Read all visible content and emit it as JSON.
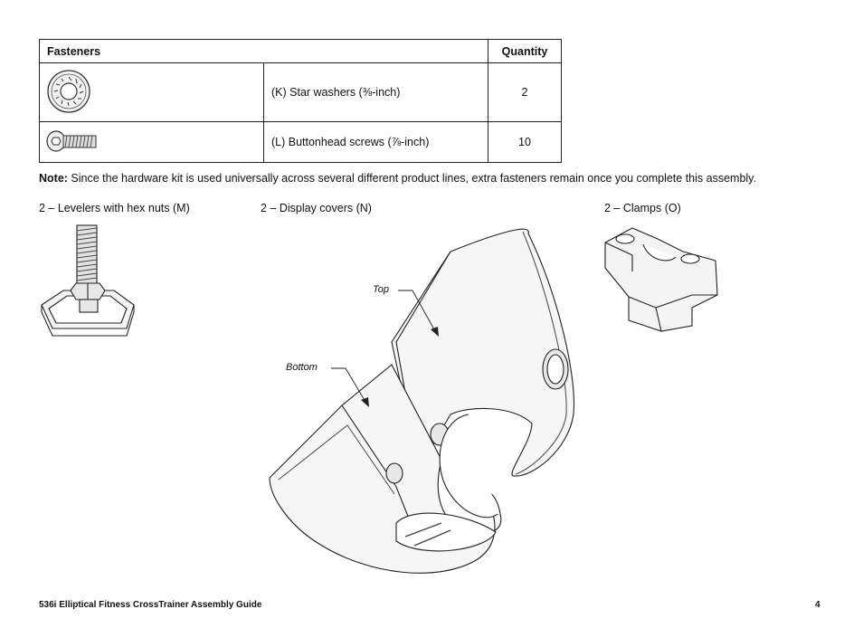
{
  "fasteners_table": {
    "header_fasteners": "Fasteners",
    "header_quantity": "Quantity",
    "rows": [
      {
        "description": "(K)  Star washers (⅜-inch)",
        "quantity": "2",
        "icon": "star-washer-icon"
      },
      {
        "description": "(L)  Buttonhead screws (⅞-inch)",
        "quantity": "10",
        "icon": "buttonhead-screw-icon"
      }
    ]
  },
  "note": {
    "label": "Note:",
    "text": " Since the hardware kit is used universally across several different product lines, extra fasteners remain once you complete this assembly."
  },
  "parts": {
    "levelers": "2 – Levelers with hex nuts (M)",
    "display_covers": "2 – Display covers (N)",
    "clamps": "2 – Clamps (O)"
  },
  "callouts": {
    "top": "Top",
    "bottom": "Bottom"
  },
  "footer": {
    "guide_title": "536i Elliptical Fitness CrossTrainer Assembly Guide",
    "page_number": "4"
  }
}
